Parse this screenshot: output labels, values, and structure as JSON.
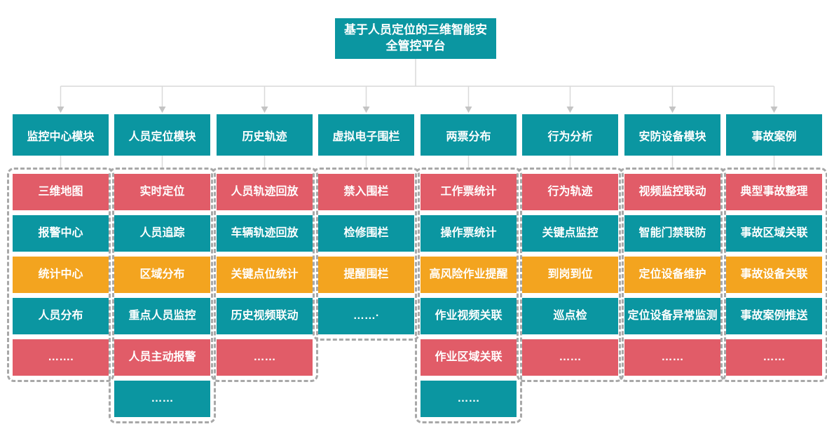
{
  "diagram": {
    "root_title": "基于人员定位的三维智能安全管控平台",
    "palette": {
      "teal": "#0B96A1",
      "red": "#E15C68",
      "orange": "#F3A41F",
      "connector_line": "#D9D9D9",
      "arrowhead": "#C4C4C4",
      "dashed_border": "#A8A8A8",
      "text": "#FFFFFF"
    },
    "columns": [
      {
        "header": "监控中心模块",
        "items": [
          {
            "label": "三维地图",
            "color": "red"
          },
          {
            "label": "报警中心",
            "color": "teal"
          },
          {
            "label": "统计中心",
            "color": "orange"
          },
          {
            "label": "人员分布",
            "color": "teal"
          },
          {
            "label": "…….",
            "color": "red"
          }
        ]
      },
      {
        "header": "人员定位模块",
        "items": [
          {
            "label": "实时定位",
            "color": "red"
          },
          {
            "label": "人员追踪",
            "color": "teal"
          },
          {
            "label": "区域分布",
            "color": "orange"
          },
          {
            "label": "重点人员监控",
            "color": "teal"
          },
          {
            "label": "人员主动报警",
            "color": "red"
          },
          {
            "label": "……",
            "color": "teal"
          }
        ]
      },
      {
        "header": "历史轨迹",
        "items": [
          {
            "label": "人员轨迹回放",
            "color": "red"
          },
          {
            "label": "车辆轨迹回放",
            "color": "teal"
          },
          {
            "label": "关键点位统计",
            "color": "orange"
          },
          {
            "label": "历史视频联动",
            "color": "teal"
          },
          {
            "label": "……",
            "color": "red"
          }
        ]
      },
      {
        "header": "虚拟电子围栏",
        "items": [
          {
            "label": "禁入围栏",
            "color": "red"
          },
          {
            "label": "检修围栏",
            "color": "teal"
          },
          {
            "label": "提醒围栏",
            "color": "orange"
          },
          {
            "label": "……·",
            "color": "teal"
          }
        ]
      },
      {
        "header": "两票分布",
        "items": [
          {
            "label": "工作票统计",
            "color": "red"
          },
          {
            "label": "操作票统计",
            "color": "teal"
          },
          {
            "label": "高风险作业提醒",
            "color": "orange"
          },
          {
            "label": "作业视频关联",
            "color": "teal"
          },
          {
            "label": "作业区域关联",
            "color": "red"
          },
          {
            "label": "……",
            "color": "teal"
          }
        ]
      },
      {
        "header": "行为分析",
        "items": [
          {
            "label": "行为轨迹",
            "color": "red"
          },
          {
            "label": "关键点监控",
            "color": "teal"
          },
          {
            "label": "到岗到位",
            "color": "orange"
          },
          {
            "label": "巡点检",
            "color": "teal"
          },
          {
            "label": "……",
            "color": "red"
          }
        ]
      },
      {
        "header": "安防设备模块",
        "items": [
          {
            "label": "视频监控联动",
            "color": "red"
          },
          {
            "label": "智能门禁联防",
            "color": "teal"
          },
          {
            "label": "定位设备维护",
            "color": "orange"
          },
          {
            "label": "定位设备异常监测",
            "color": "teal"
          },
          {
            "label": "……",
            "color": "red"
          }
        ]
      },
      {
        "header": "事故案例",
        "items": [
          {
            "label": "典型事故整理",
            "color": "red"
          },
          {
            "label": "事故区域关联",
            "color": "teal"
          },
          {
            "label": "事故设备关联",
            "color": "orange"
          },
          {
            "label": "事故案例推送",
            "color": "teal"
          },
          {
            "label": "……",
            "color": "red"
          }
        ]
      }
    ]
  }
}
